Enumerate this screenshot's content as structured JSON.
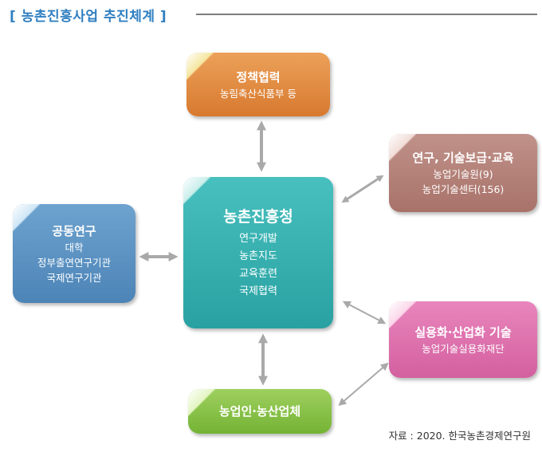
{
  "header": {
    "title": "[ 농촌진흥사업 추진체계 ]"
  },
  "nodes": {
    "policy": {
      "name": "정책협력",
      "lines": [
        "농림축산식품부 등"
      ]
    },
    "center": {
      "name": "농촌진흥청",
      "lines": [
        "연구개발",
        "농촌지도",
        "교육훈련",
        "국제협력"
      ]
    },
    "joint": {
      "name": "공동연구",
      "lines": [
        "대학",
        "정부출연연구기관",
        "국제연구기관"
      ]
    },
    "research": {
      "name": "연구, 기술보급·교육",
      "lines": [
        "농업기술원(9)",
        "농업기술센터(156)"
      ]
    },
    "commerce": {
      "name": "실용화·산업화 기술",
      "lines": [
        "농업기술실용화재단"
      ]
    },
    "farmer": {
      "name": "농업인·농산업체",
      "lines": []
    }
  },
  "colors": {
    "title": "#2f7fc1",
    "policy": "#e08a3f",
    "center": "#36b1b1",
    "joint": "#5b93c3",
    "research": "#b5817a",
    "commerce": "#df72ae",
    "farmer": "#89c248",
    "arrow": "#a9a9a9"
  },
  "footer": {
    "source": "자료 : 2020. 한국농촌경제연구원"
  }
}
